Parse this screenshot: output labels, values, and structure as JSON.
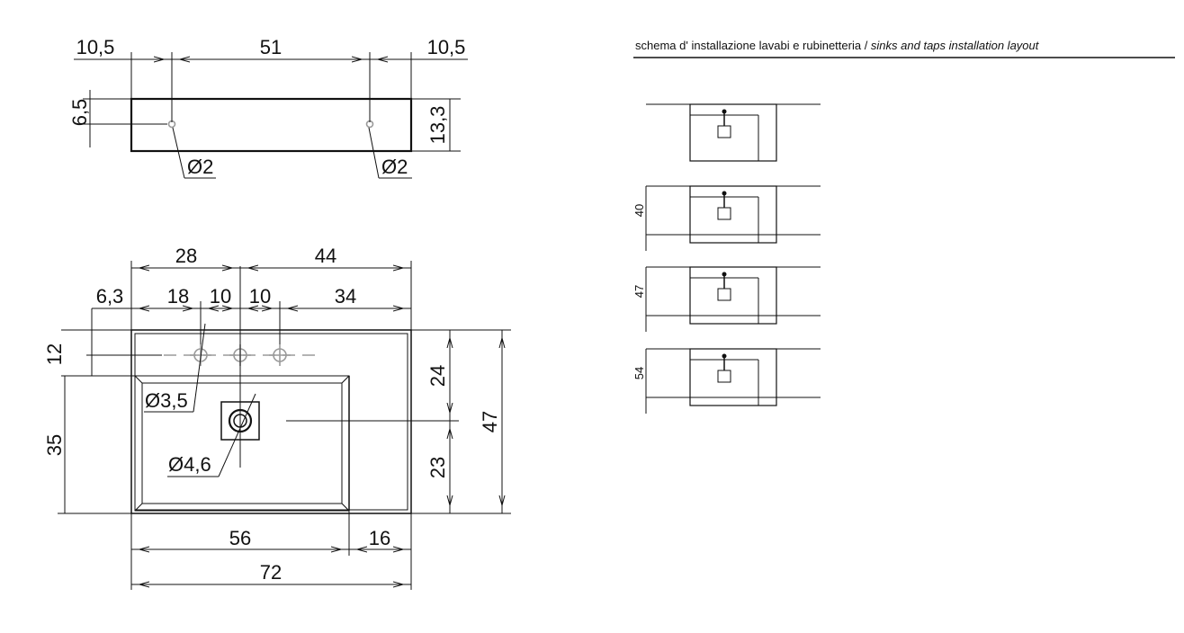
{
  "header": {
    "title_it": "schema d' installazione lavabi e rubinetteria",
    "separator": " / ",
    "title_en": "sinks and taps installation layout"
  },
  "top_view": {
    "dims": {
      "left_margin": "10,5",
      "hole_spacing": "51",
      "right_margin": "10,5",
      "hole_offset": "6,5",
      "depth": "13,3",
      "hole_left": "Ø2",
      "hole_right": "Ø2"
    }
  },
  "plan_view": {
    "dims": {
      "to_center": "28",
      "center_to_right": "44",
      "edge_offset": "6,3",
      "to_first_hole": "18",
      "hole_gap_left": "10",
      "hole_gap_right": "10",
      "hole_to_right": "34",
      "tap_row_offset": "12",
      "lower_height": "35",
      "upper_to_drain": "24",
      "drain_to_bottom": "23",
      "total_depth": "47",
      "tap_hole": "Ø3,5",
      "drain_hole": "Ø4,6",
      "basin_width": "56",
      "shelf_width": "16",
      "total_width": "72"
    }
  },
  "installation_layouts": {
    "heights": [
      "",
      "40",
      "47",
      "54"
    ]
  }
}
